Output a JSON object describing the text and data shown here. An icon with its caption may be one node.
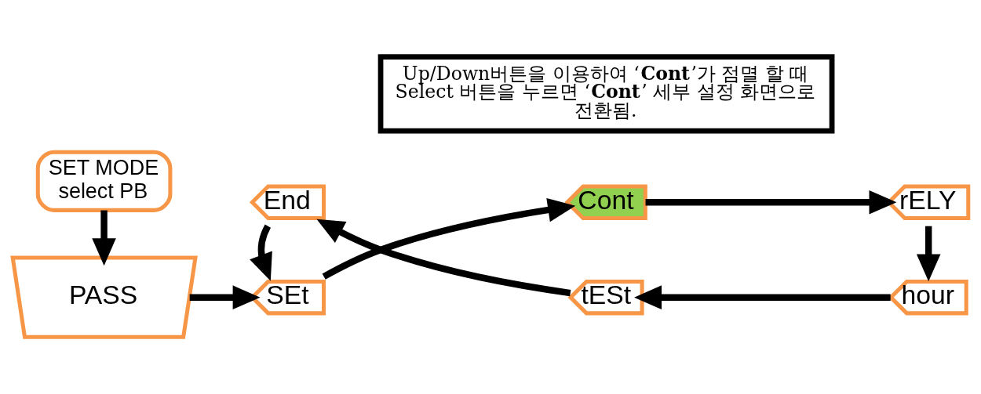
{
  "diagram": {
    "nodes": [
      {
        "text": [
          "SET MODE select PB"
        ]
      },
      {
        "text": [
          "PASS"
        ]
      },
      {
        "text": [
          "SEt"
        ]
      },
      {
        "text": [
          "Cont"
        ]
      },
      {
        "text": [
          "rELY"
        ]
      },
      {
        "text": [
          "hour"
        ]
      },
      {
        "text": [
          "tESt"
        ]
      },
      {
        "text": [
          "End"
        ]
      },
      {
        "text": [
          "Up/Down버튼을 이용하여 ‘**Cont**’가 점멸 할 때 Select 버튼을 누르면 ‘**Cont**’ 세부 설정 화면으로 전환됨."
        ]
      }
    ],
    "edges": [
      {
        "from": 0,
        "to": 1,
        "arrow": "to"
      },
      {
        "from": 1,
        "to": 2,
        "arrow": "to"
      },
      {
        "from": 2,
        "to": 3,
        "arrow": "to"
      },
      {
        "from": 3,
        "to": 4,
        "arrow": "to"
      },
      {
        "from": 4,
        "to": 5,
        "arrow": "to"
      },
      {
        "from": 5,
        "to": 6,
        "arrow": "to"
      },
      {
        "from": 6,
        "to": 7,
        "arrow": "to"
      },
      {
        "from": 7,
        "to": 2,
        "arrow": "to"
      }
    ]
  }
}
